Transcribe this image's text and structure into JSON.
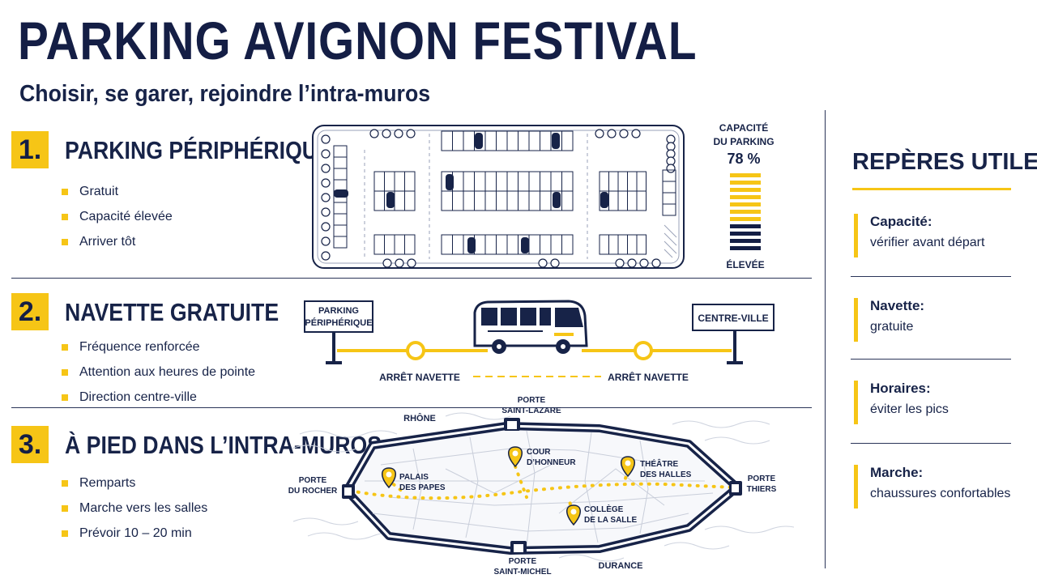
{
  "title": "PARKING AVIGNON FESTIVAL",
  "subtitle": "Choisir, se garer, rejoindre l’intra-muros",
  "sections": [
    {
      "number": "1.",
      "title": "PARKING PÉRIPHÉRIQUE",
      "bullets": [
        "Gratuit",
        "Capacité élevée",
        "Arriver tôt"
      ]
    },
    {
      "number": "2.",
      "title": "NAVETTE GRATUITE",
      "bullets": [
        "Fréquence renforcée",
        "Attention aux heures de pointe",
        "Direction centre-ville"
      ]
    },
    {
      "number": "3.",
      "title": "À PIED DANS L’INTRA-MUROS",
      "bullets": [
        "Remparts",
        "Marche vers les salles",
        "Prévoir 10 – 20 min"
      ]
    }
  ],
  "capacity": {
    "label_line1": "CAPACITÉ",
    "label_line2": "DU PARKING",
    "percent_text": "78 %",
    "value": 0.78,
    "footer": "ÉLEVÉE"
  },
  "shuttle": {
    "sign_left_line1": "PARKING",
    "sign_left_line2": "PÉRIPHÉRIQUE",
    "sign_right": "CENTRE-VILLE",
    "stop_left": "ARRÊT NAVETTE",
    "stop_right": "ARRÊT NAVETTE"
  },
  "map": {
    "river_north": "RHÔNE",
    "river_south": "DURANCE",
    "gate_north_1": "PORTE",
    "gate_north_2": "SAINT-LAZARE",
    "gate_south_1": "PORTE",
    "gate_south_2": "SAINT-MICHEL",
    "gate_west_1": "PORTE",
    "gate_west_2": "DU ROCHER",
    "gate_east_1": "PORTE",
    "gate_east_2": "THIERS",
    "poi_palais_1": "PALAIS",
    "poi_palais_2": "DES PAPES",
    "poi_cour_1": "COUR",
    "poi_cour_2": "D’HONNEUR",
    "poi_theatre_1": "THÉÂTRE",
    "poi_theatre_2": "DES HALLES",
    "poi_college_1": "COLLÈGE",
    "poi_college_2": "DE LA SALLE"
  },
  "sidebar": {
    "title": "REPÈRES UTILES",
    "tips": [
      {
        "heading": "Capacité:",
        "text": "vérifier avant départ"
      },
      {
        "heading": "Navette:",
        "text": "gratuite"
      },
      {
        "heading": "Horaires:",
        "text": "éviter les pics"
      },
      {
        "heading": "Marche:",
        "text": "chaussures confortables"
      }
    ]
  },
  "colors": {
    "navy": "#141e45",
    "yellow": "#f6c516",
    "background": "#ffffff"
  }
}
